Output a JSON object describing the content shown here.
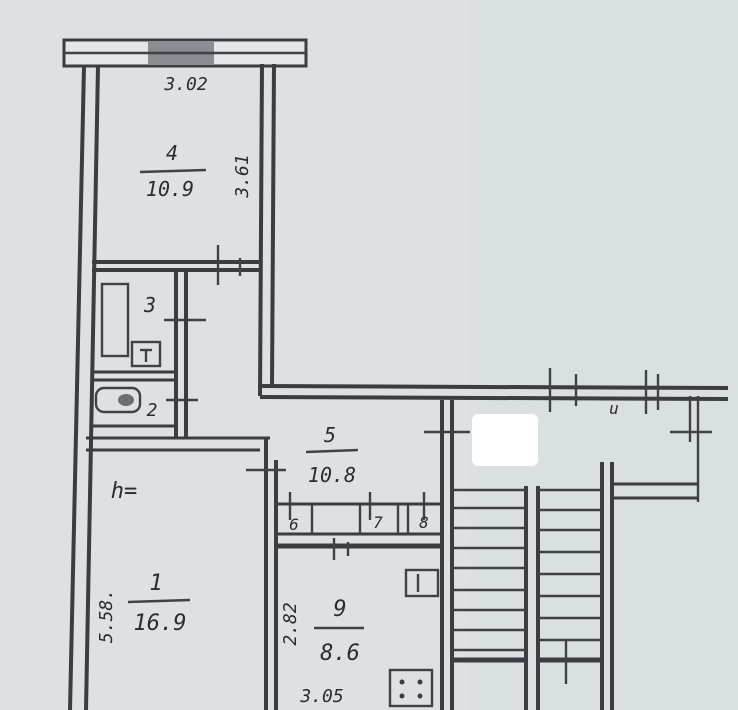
{
  "rooms": [
    {
      "number": "4",
      "area": "10.9"
    },
    {
      "number": "3"
    },
    {
      "number": "2"
    },
    {
      "number": "5",
      "area": "10.8"
    },
    {
      "number": "6"
    },
    {
      "number": "7"
    },
    {
      "number": "8"
    },
    {
      "number": "1",
      "area": "16.9"
    },
    {
      "number": "9",
      "area": "8.6"
    }
  ],
  "dimensions": {
    "top_width": "3.02",
    "room4_length": "3.61",
    "room1_length": "5.58.",
    "room9_length": "2.82",
    "bottom_width": "3.05"
  },
  "marks": {
    "h_symbol": "h=",
    "wall_mark": "u"
  },
  "colors": {
    "paper": "#dde1e3",
    "ink": "#2a2c30"
  }
}
